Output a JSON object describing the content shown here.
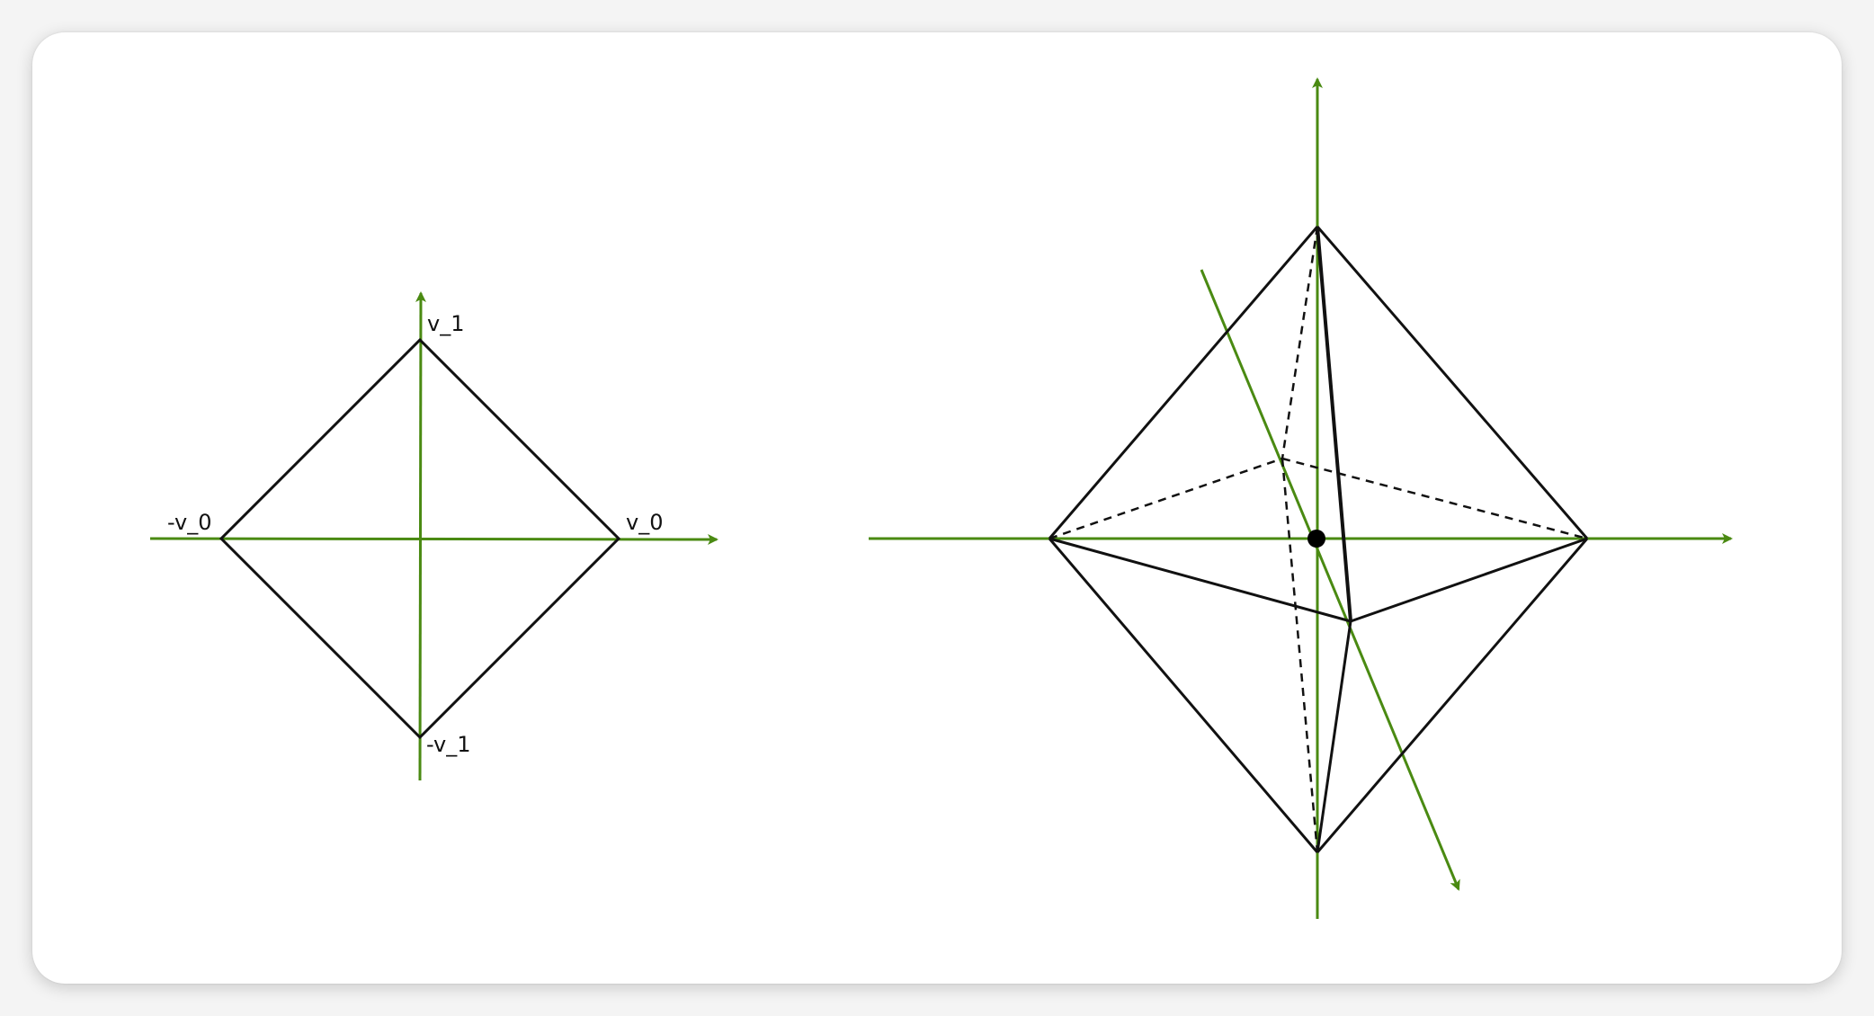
{
  "colors": {
    "axis": "#4a8a12",
    "edge": "#111111",
    "background": "#ffffff",
    "page": "#f4f4f4"
  },
  "diagram_2d": {
    "labels": {
      "v0": "v_0",
      "neg_v0": "-v_0",
      "v1": "v_1",
      "neg_v1": "-v_1"
    }
  },
  "diagram_3d": {
    "center_point": "origin"
  }
}
